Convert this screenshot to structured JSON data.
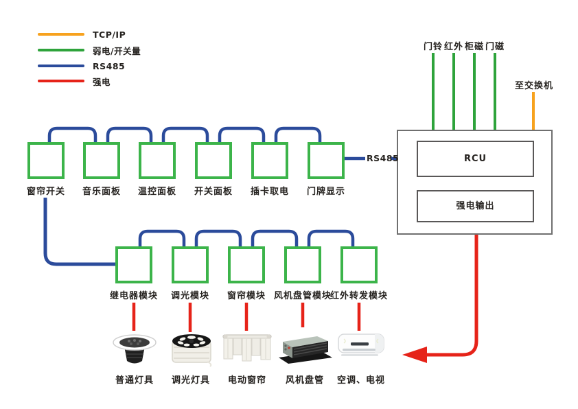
{
  "colors": {
    "orange": "#F7A21E",
    "green_line": "#2EA33B",
    "green_panel": "#3CB44A",
    "blue": "#2B4B9B",
    "red": "#E62319",
    "gray_box": "#6F6F6F",
    "gray_box_inner": "#595757",
    "text": "#262320"
  },
  "legend": {
    "items": [
      {
        "label": "TCP/IP",
        "color": "#F7A21E",
        "line": "orange-line-swatch"
      },
      {
        "label": "弱电/开关量",
        "color": "#2EA33B",
        "line": "green-line-swatch"
      },
      {
        "label": "RS485",
        "color": "#2B4B9B",
        "line": "blue-line-swatch"
      },
      {
        "label": "强电",
        "color": "#E62319",
        "line": "red-line-swatch"
      }
    ]
  },
  "sensors": {
    "labels": [
      "门铃",
      "红外",
      "柜磁",
      "门磁"
    ]
  },
  "uplink": {
    "label": "至交换机"
  },
  "rcu": {
    "title": "RCU",
    "power_output": "强电输出"
  },
  "bus": {
    "label": "RS485"
  },
  "panels": [
    "窗帘开关",
    "音乐面板",
    "温控面板",
    "开关面板",
    "插卡取电",
    "门牌显示"
  ],
  "modules": [
    "继电器模块",
    "调光模块",
    "窗帘模块",
    "风机盘管模块",
    "红外转发模块"
  ],
  "devices": [
    "普通灯具",
    "调光灯具",
    "电动窗帘",
    "风机盘管",
    "空调、电视"
  ]
}
